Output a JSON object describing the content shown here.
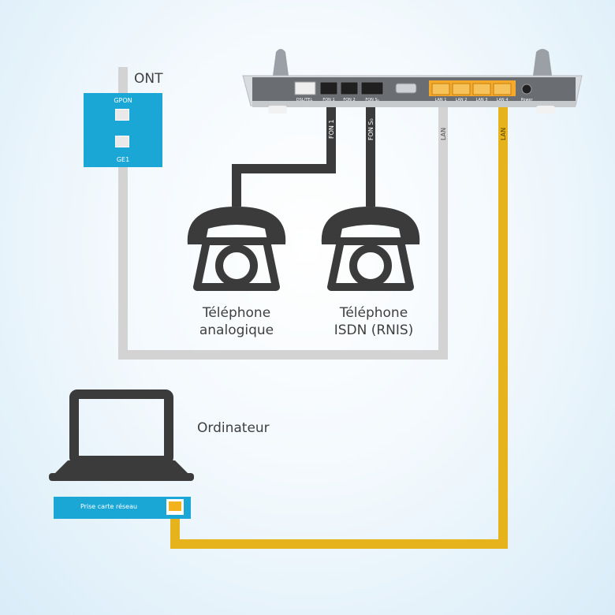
{
  "ont": {
    "title": "ONT",
    "port_top": "GPON",
    "port_bottom": "GE1"
  },
  "router": {
    "port_labels": [
      "DSL/TEL",
      "FON 1",
      "FON 2",
      "FON S₀",
      "LAN 1",
      "LAN 2",
      "LAN 3",
      "LAN 4",
      "Power"
    ]
  },
  "cables": {
    "fon1": "FON 1",
    "fons0": "FON S₀",
    "lan_gray": "LAN",
    "lan_yellow": "LAN"
  },
  "phones": {
    "analog_line1": "Téléphone",
    "analog_line2": "analogique",
    "isdn_line1": "Téléphone",
    "isdn_line2": "ISDN (RNIS)"
  },
  "computer": {
    "label": "Ordinateur",
    "nic_label": "Prise carte réseau"
  },
  "colors": {
    "ont_blue": "#1aa7d6",
    "cable_gray": "#d3d3d3",
    "cable_yellow": "#e6b31c",
    "cable_dark": "#3b3b3b"
  }
}
